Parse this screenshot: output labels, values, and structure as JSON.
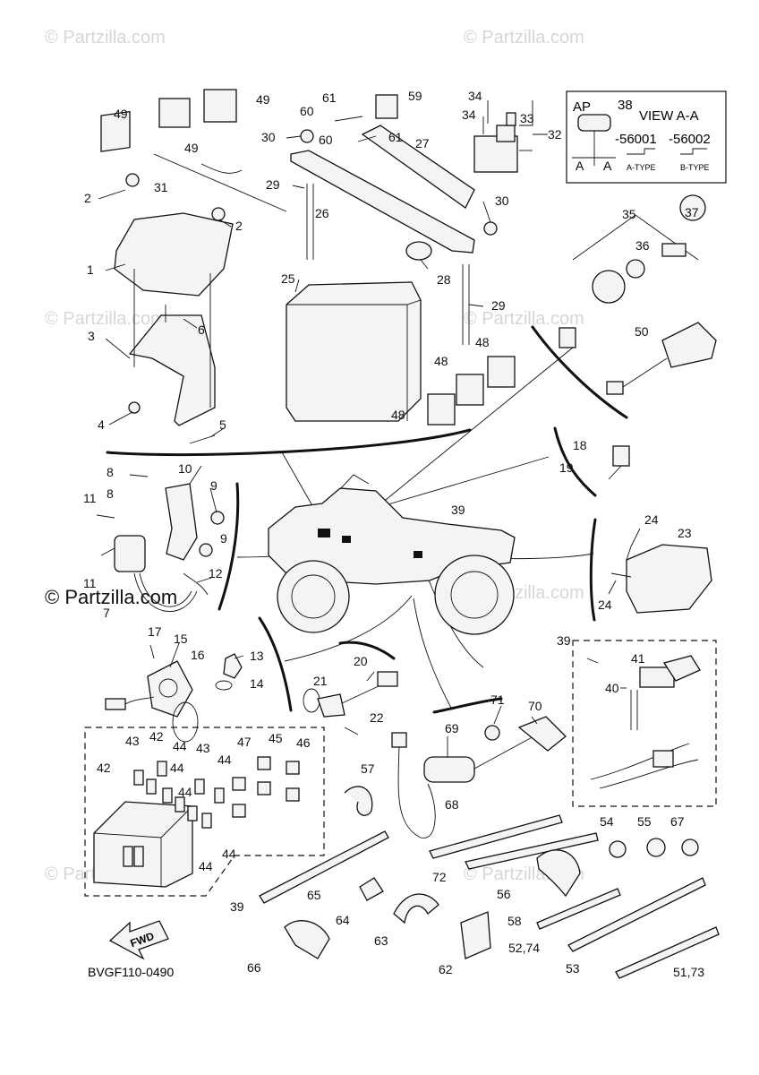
{
  "watermark": "© Partzilla.com",
  "watermark_mid": "© Partzilla.com",
  "diagram_code": "BVGF110-0490",
  "fwd_label": "FWD",
  "view_box": {
    "header_left": "AP",
    "header_right": "VIEW A-A",
    "callout": "38",
    "code_a": "-56001",
    "code_b": "-56002",
    "type_a": "A-TYPE",
    "type_b": "B-TYPE",
    "section_left": "A",
    "section_right": "A"
  },
  "callouts": [
    {
      "id": "c49a",
      "label": "49"
    },
    {
      "id": "c49b",
      "label": "49"
    },
    {
      "id": "c49c",
      "label": "49"
    },
    {
      "id": "c2a",
      "label": "2"
    },
    {
      "id": "c2b",
      "label": "2"
    },
    {
      "id": "c31",
      "label": "31"
    },
    {
      "id": "c1",
      "label": "1"
    },
    {
      "id": "c6",
      "label": "6"
    },
    {
      "id": "c3",
      "label": "3"
    },
    {
      "id": "c4",
      "label": "4"
    },
    {
      "id": "c5",
      "label": "5"
    },
    {
      "id": "c61a",
      "label": "61"
    },
    {
      "id": "c59",
      "label": "59"
    },
    {
      "id": "c60a",
      "label": "60"
    },
    {
      "id": "c30a",
      "label": "30"
    },
    {
      "id": "c60b",
      "label": "60"
    },
    {
      "id": "c61b",
      "label": "61"
    },
    {
      "id": "c27",
      "label": "27"
    },
    {
      "id": "c29a",
      "label": "29"
    },
    {
      "id": "c26",
      "label": "26"
    },
    {
      "id": "c30b",
      "label": "30"
    },
    {
      "id": "c25",
      "label": "25"
    },
    {
      "id": "c28",
      "label": "28"
    },
    {
      "id": "c29b",
      "label": "29"
    },
    {
      "id": "c34a",
      "label": "34"
    },
    {
      "id": "c34b",
      "label": "34"
    },
    {
      "id": "c33",
      "label": "33"
    },
    {
      "id": "c32",
      "label": "32"
    },
    {
      "id": "c48a",
      "label": "48"
    },
    {
      "id": "c48b",
      "label": "48"
    },
    {
      "id": "c48c",
      "label": "48"
    },
    {
      "id": "c35",
      "label": "35"
    },
    {
      "id": "c37",
      "label": "37"
    },
    {
      "id": "c36",
      "label": "36"
    },
    {
      "id": "c50",
      "label": "50"
    },
    {
      "id": "c18",
      "label": "18"
    },
    {
      "id": "c19",
      "label": "19"
    },
    {
      "id": "c8a",
      "label": "8"
    },
    {
      "id": "c10",
      "label": "10"
    },
    {
      "id": "c9a",
      "label": "9"
    },
    {
      "id": "c11a",
      "label": "11"
    },
    {
      "id": "c8b",
      "label": "8"
    },
    {
      "id": "c9b",
      "label": "9"
    },
    {
      "id": "c11b",
      "label": "11"
    },
    {
      "id": "c12",
      "label": "12"
    },
    {
      "id": "c7",
      "label": "7"
    },
    {
      "id": "c39a",
      "label": "39"
    },
    {
      "id": "c24a",
      "label": "24"
    },
    {
      "id": "c23",
      "label": "23"
    },
    {
      "id": "c24b",
      "label": "24"
    },
    {
      "id": "c17",
      "label": "17"
    },
    {
      "id": "c15",
      "label": "15"
    },
    {
      "id": "c16",
      "label": "16"
    },
    {
      "id": "c13",
      "label": "13"
    },
    {
      "id": "c14",
      "label": "14"
    },
    {
      "id": "c20",
      "label": "20"
    },
    {
      "id": "c21",
      "label": "21"
    },
    {
      "id": "c22",
      "label": "22"
    },
    {
      "id": "c71",
      "label": "71"
    },
    {
      "id": "c70",
      "label": "70"
    },
    {
      "id": "c69",
      "label": "69"
    },
    {
      "id": "c39b",
      "label": "39"
    },
    {
      "id": "c41",
      "label": "41"
    },
    {
      "id": "c40",
      "label": "40"
    },
    {
      "id": "c43a",
      "label": "43"
    },
    {
      "id": "c42a",
      "label": "42"
    },
    {
      "id": "c44a",
      "label": "44"
    },
    {
      "id": "c43b",
      "label": "43"
    },
    {
      "id": "c47",
      "label": "47"
    },
    {
      "id": "c45",
      "label": "45"
    },
    {
      "id": "c46",
      "label": "46"
    },
    {
      "id": "c42b",
      "label": "42"
    },
    {
      "id": "c44b",
      "label": "44"
    },
    {
      "id": "c44c",
      "label": "44"
    },
    {
      "id": "c44d",
      "label": "44"
    },
    {
      "id": "c44e",
      "label": "44"
    },
    {
      "id": "c44f",
      "label": "44"
    },
    {
      "id": "c39c",
      "label": "39"
    },
    {
      "id": "c57",
      "label": "57"
    },
    {
      "id": "c68",
      "label": "68"
    },
    {
      "id": "c72",
      "label": "72"
    },
    {
      "id": "c54",
      "label": "54"
    },
    {
      "id": "c55",
      "label": "55"
    },
    {
      "id": "c67",
      "label": "67"
    },
    {
      "id": "c56",
      "label": "56"
    },
    {
      "id": "c58",
      "label": "58"
    },
    {
      "id": "c5274",
      "label": "52,74"
    },
    {
      "id": "c53",
      "label": "53"
    },
    {
      "id": "c5173",
      "label": "51,73"
    },
    {
      "id": "c65",
      "label": "65"
    },
    {
      "id": "c64",
      "label": "64"
    },
    {
      "id": "c63",
      "label": "63"
    },
    {
      "id": "c62",
      "label": "62"
    },
    {
      "id": "c66",
      "label": "66"
    }
  ]
}
